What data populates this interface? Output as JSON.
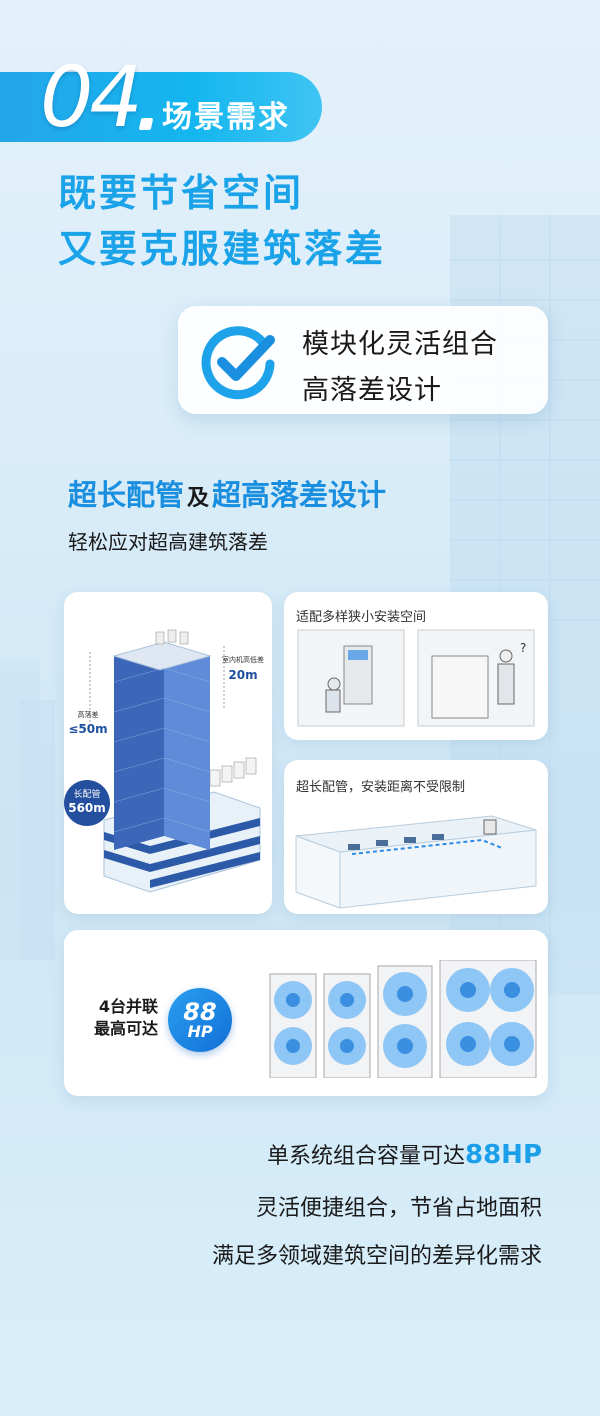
{
  "header": {
    "number": "04",
    "section_title": "场景需求",
    "headline_line1": "既要节省空间",
    "headline_line2": "又要克服建筑落差"
  },
  "feature_card": {
    "icon": "check-circle-icon",
    "line1": "模块化灵活组合",
    "line2": "高落差设计"
  },
  "section": {
    "title_part1": "超长配管",
    "title_join": "及",
    "title_part2": "超高落差设计",
    "description": "轻松应对超高建筑落差"
  },
  "building_card": {
    "indoor_diff_label": "室内机高低差",
    "indoor_diff_value": "20m",
    "drop_label": "高落差",
    "drop_value": "≤50m",
    "pipe_label": "长配管",
    "pipe_value": "560m"
  },
  "space_card": {
    "title": "适配多样狭小安装空间"
  },
  "pipe_card": {
    "title": "超长配管，安装距离不受限制"
  },
  "hp_card": {
    "line1": "4台并联",
    "line2": "最高可达",
    "badge_number": "88",
    "badge_unit": "HP"
  },
  "bottom": {
    "line1_text": "单系统组合容量可达",
    "line1_highlight": "88HP",
    "line2": "灵活便捷组合，节省占地面积",
    "line3": "满足多领域建筑空间的差异化需求"
  },
  "colors": {
    "accent": "#1aa3e8",
    "banner": "#24a6ea",
    "dark_blue": "#126fd6"
  }
}
